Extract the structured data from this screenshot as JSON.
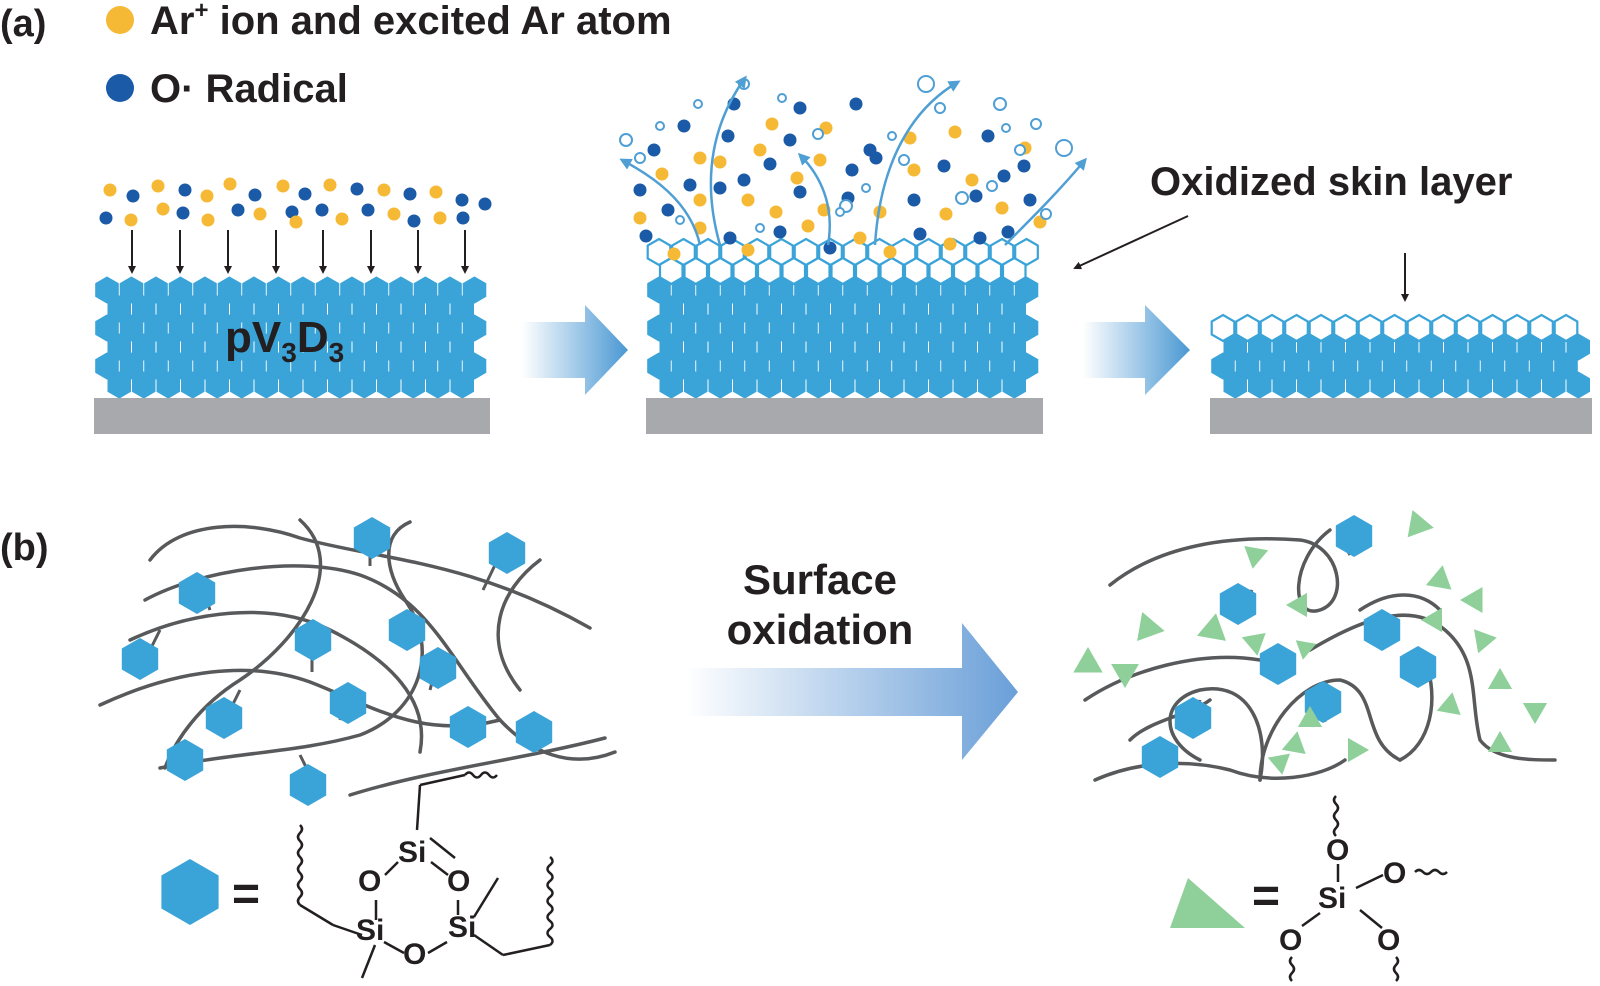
{
  "panel_a": {
    "label": "(a)",
    "legend": [
      {
        "text_main": "Ar",
        "text_sup": "+",
        "text_rest": " ion and excited Ar atom",
        "icon": "yellow-dot",
        "color": "#f5b935"
      },
      {
        "text_main": "O· Radical",
        "text_sup": "",
        "text_rest": "",
        "icon": "blue-dot",
        "color": "#1a5aa6"
      }
    ],
    "polymer": {
      "main": "pV",
      "sub1": "3",
      "mid": "D",
      "sub2": "3"
    },
    "skin_label": "Oxidized skin layer"
  },
  "panel_b": {
    "label": "(b)",
    "process_line1": "Surface",
    "process_line2": "oxidation",
    "equals": "=",
    "ring_atoms": {
      "si": "Si",
      "o": "O"
    },
    "tetra_atoms": {
      "si": "Si",
      "o": "O"
    }
  },
  "colors": {
    "hex_fill": "#3aa3d8",
    "yellow": "#f5b935",
    "navy": "#1a5aa6",
    "substrate": "#a7a9ac",
    "triangle": "#8fd09a",
    "chain": "#58595b",
    "arrow": "#4f9fd4"
  }
}
